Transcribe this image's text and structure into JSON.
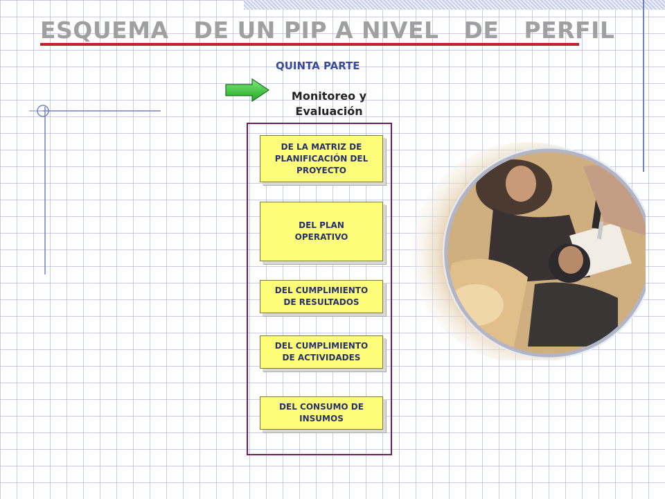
{
  "slide": {
    "title": "ESQUEMA   DE UN PIP A NIVEL   DE   PERFIL",
    "part_label": "QUINTA PARTE",
    "section_title_line1": "Monitoreo y",
    "section_title_line2": "Evaluación"
  },
  "boxes": [
    {
      "lines": [
        "DE LA MATRIZ DE",
        "PLANIFICACIÓN DEL",
        "PROYECTO"
      ]
    },
    {
      "lines": [
        "DEL PLAN",
        "OPERATIVO"
      ]
    },
    {
      "lines": [
        "DEL CUMPLIMIENTO",
        "DE RESULTADOS"
      ]
    },
    {
      "lines": [
        "DEL CUMPLIMIENTO",
        "DE ACTIVIDADES"
      ]
    },
    {
      "lines": [
        "DEL CONSUMO DE",
        "INSUMOS"
      ]
    }
  ],
  "icons": {
    "arrow": "right-arrow-icon",
    "photo": "business-meeting-photo",
    "corner": "crosshair-corner-icon"
  },
  "colors": {
    "title_text": "#a0a0a0",
    "title_rule": "#c0202a",
    "part_label": "#3a4a9a",
    "frame_border": "#6a1e5e",
    "box_fill": "#fdfd7a",
    "box_text": "#26306a",
    "arrow_fill": "#3cc83c"
  }
}
